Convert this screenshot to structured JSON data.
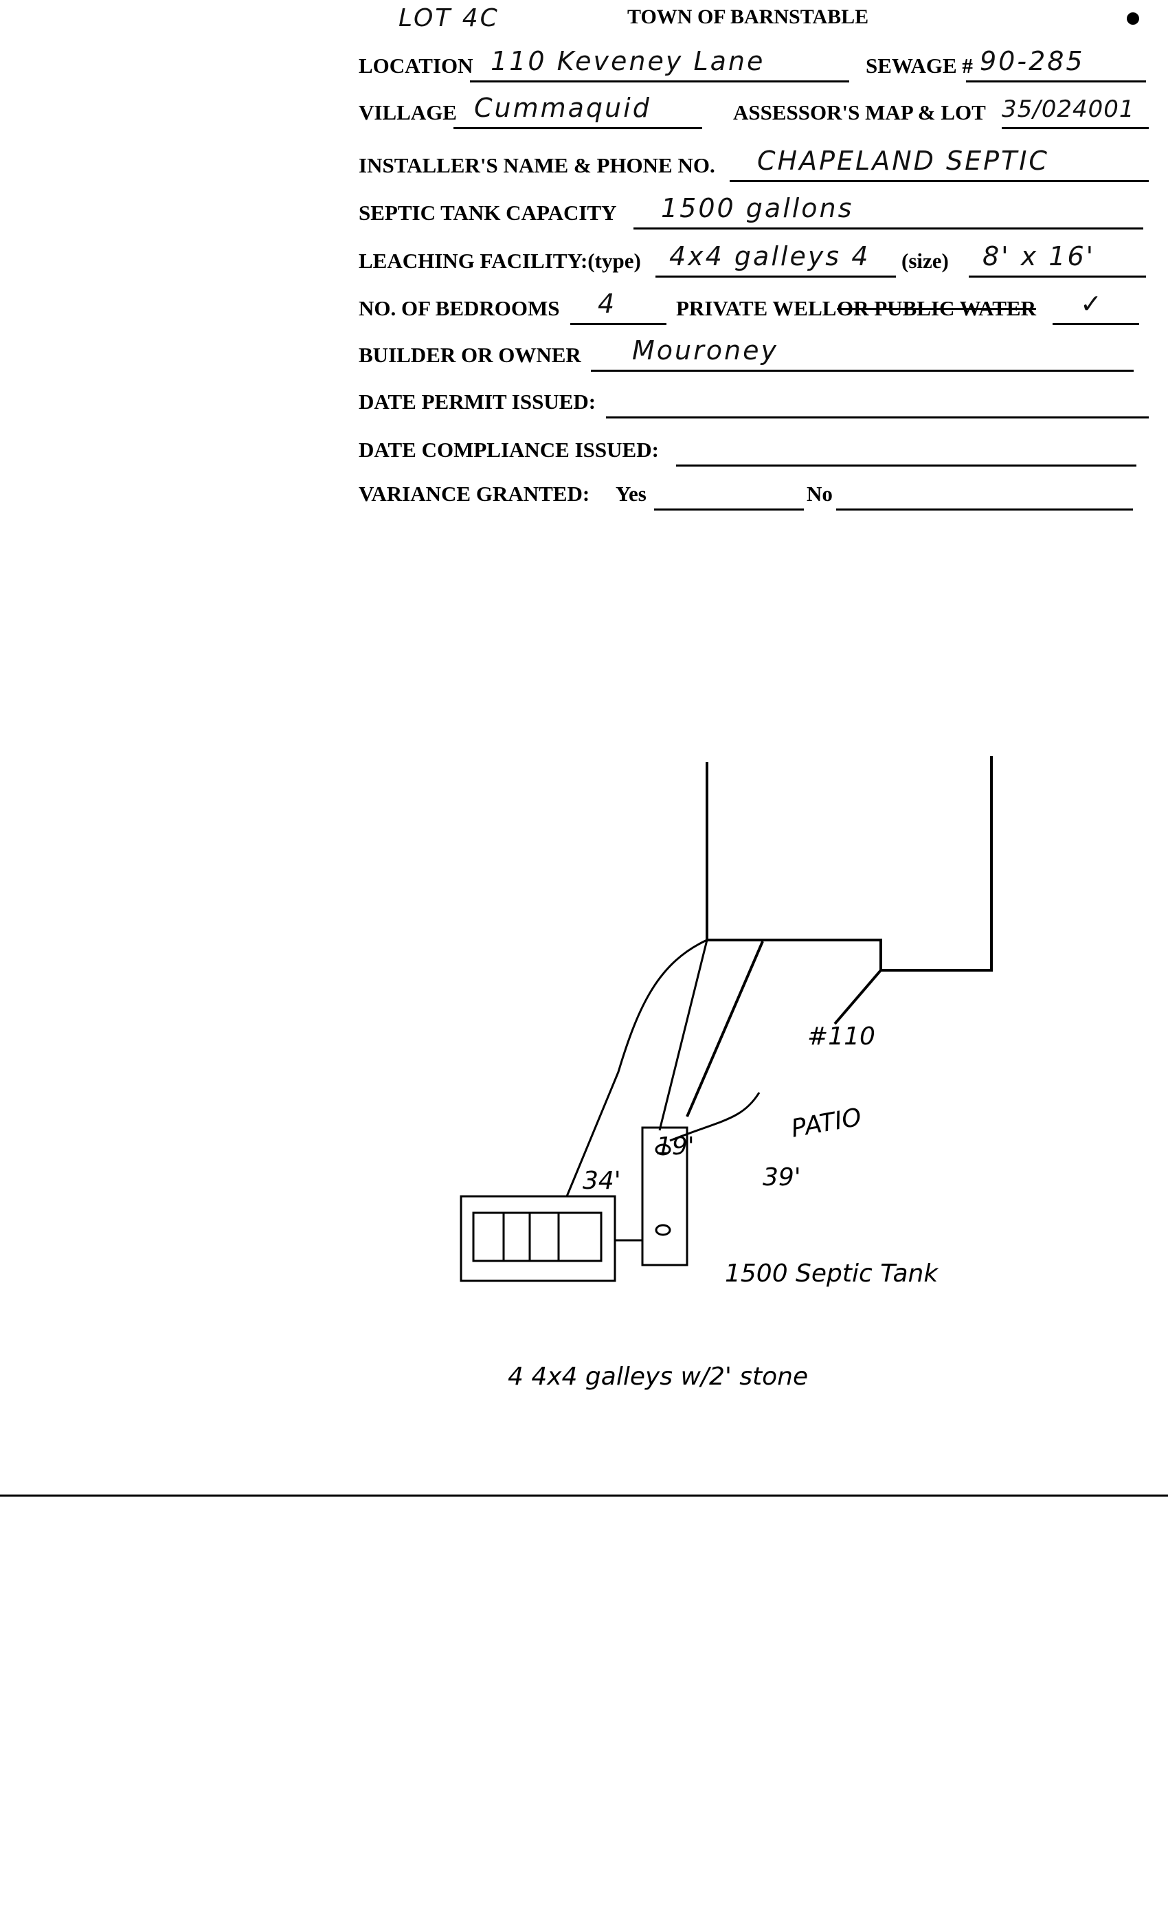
{
  "header": {
    "title": "TOWN OF BARNSTABLE",
    "lot_note": "LOT 4C"
  },
  "form": {
    "location": {
      "label": "LOCATION",
      "value": "110 Keveney Lane"
    },
    "sewage": {
      "label": "SEWAGE #",
      "value": "90-285"
    },
    "village": {
      "label": "VILLAGE",
      "value": "Cummaquid"
    },
    "assessor": {
      "label": "ASSESSOR'S  MAP & LOT",
      "value": "35/024001"
    },
    "installer": {
      "label": "INSTALLER'S NAME & PHONE NO.",
      "value": "CHAPELAND SEPTIC"
    },
    "septic_capacity": {
      "label": "SEPTIC TANK CAPACITY",
      "value": "1500 gallons"
    },
    "leaching_type": {
      "label": "LEACHING FACILITY:(type)",
      "value": "4x4 galleys 4"
    },
    "leaching_size": {
      "label": "(size)",
      "value": "8' x 16'"
    },
    "bedrooms": {
      "label": "NO. OF BEDROOMS",
      "value": "4"
    },
    "water": {
      "label_private": "PRIVATE WELL",
      "label_public": "OR PUBLIC WATER",
      "value": "✓"
    },
    "builder": {
      "label": "BUILDER OR OWNER",
      "value": "Mouroney"
    },
    "date_permit": {
      "label": "DATE PERMIT ISSUED:"
    },
    "date_compliance": {
      "label": "DATE   COMPLIANCE ISSUED:"
    },
    "variance": {
      "label": "VARIANCE GRANTED:",
      "yes": "Yes",
      "no": "No"
    }
  },
  "sketch": {
    "house_label": "#110",
    "patio_label": "PATIO",
    "dist_1": "34'",
    "dist_2": "19'",
    "dist_3": "39'",
    "tank_label": "1500 Septic Tank",
    "caption": "4  4x4 galleys w/2' stone"
  }
}
